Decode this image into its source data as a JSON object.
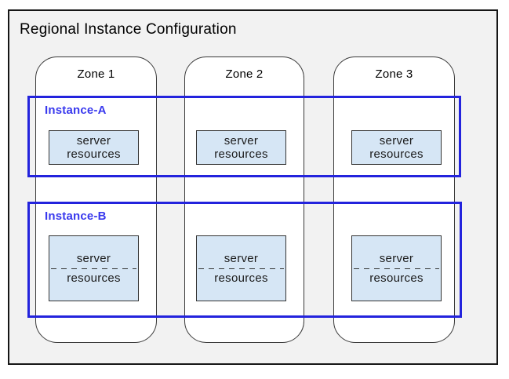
{
  "title": "Regional Instance Configuration",
  "zones": [
    {
      "label": "Zone 1"
    },
    {
      "label": "Zone 2"
    },
    {
      "label": "Zone 3"
    }
  ],
  "instances": [
    {
      "label": "Instance-A",
      "resources": [
        {
          "line1": "server",
          "line2": "resources",
          "split": false
        },
        {
          "line1": "server",
          "line2": "resources",
          "split": false
        },
        {
          "line1": "server",
          "line2": "resources",
          "split": false
        }
      ]
    },
    {
      "label": "Instance-B",
      "resources": [
        {
          "line1": "server",
          "line2": "resources",
          "split": true
        },
        {
          "line1": "server",
          "line2": "resources",
          "split": true
        },
        {
          "line1": "server",
          "line2": "resources",
          "split": true
        }
      ]
    }
  ],
  "colors": {
    "region_background": "#f2f2f2",
    "zone_fill": "#ffffff",
    "instance_border": "#2323dd",
    "instance_label": "#3939ee",
    "resource_fill": "#d6e6f5",
    "outline_dark": "#333333"
  }
}
